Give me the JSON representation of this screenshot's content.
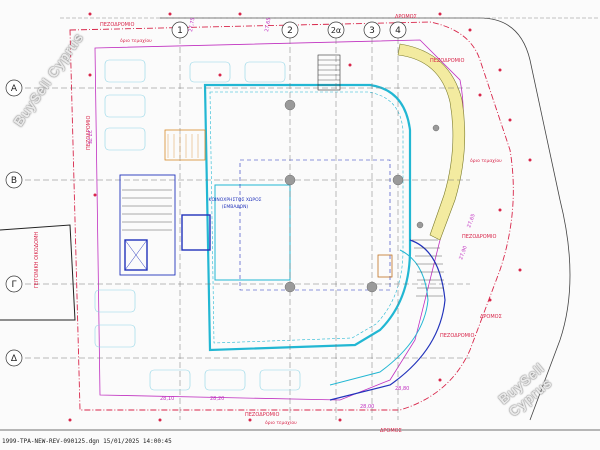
{
  "axes": {
    "columns": [
      "1",
      "2",
      "2α",
      "3",
      "4"
    ],
    "rows": [
      "A",
      "B",
      "Γ",
      "Δ"
    ]
  },
  "streets": {
    "top": "ΔΡΟΜΟΣ",
    "bottom": "ΔΡΟΜΟΣ",
    "right": "ΔΡΟΜΟΣ"
  },
  "sidewalks": {
    "top": "ΠΕΖΟΔΡΟΜΙΟ",
    "bottom": "ΠΕΖΟΔΡΟΜΙΟ",
    "left": "ΠΕΖΟΔΡΟΜΙΟ",
    "right": "ΠΕΖΟΔΡΟΜΙΟ",
    "right2": "ΠΕΖΟΔΡΟΜΙΟ",
    "right3": "ΠΕΖΟΔΡΟΜΙΟ"
  },
  "boundary_labels": {
    "top": "όριο τεμαχίου",
    "bottom": "όριο τεμαχίου",
    "right": "όριο τεμαχίου"
  },
  "neighbour": "ΓΕΙΤΟΝΙΚΗ ΟΙΚΟΔΟΜΗ",
  "room_label": "ΚΟΙΝΟΧΡΗΣΤΟΣ ΧΩΡΟΣ",
  "room_area": "(ΕΜΒΑΔΟΝ)",
  "dims": {
    "d1": "27,75",
    "d2": "27,65",
    "d3": "27,75",
    "d4": "27,65",
    "d5": "28,10",
    "d6": "28,20",
    "d7": "28,00",
    "d8": "27,90",
    "d9": "28,80"
  },
  "footer": "1999-TPA-NEW-REV-090125.dgn 15/01/2025 14:00:45",
  "watermark": "BuySell Cyprus",
  "colors": {
    "red": "#d8264a",
    "blue": "#2233bb",
    "cyan": "#22b7d3",
    "magenta": "#c030c0",
    "yellow": "#f3eba0",
    "gray": "#9a9a9a"
  }
}
